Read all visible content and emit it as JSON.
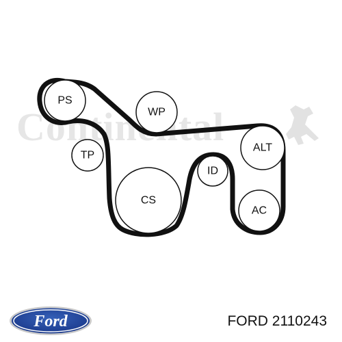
{
  "watermark": {
    "text": "Continental",
    "color": "#e6e6e6",
    "icon": "rearing-horse-icon"
  },
  "diagram": {
    "belt_color": "#111111",
    "pulleys": [
      {
        "id": "ps",
        "label": "PS"
      },
      {
        "id": "wp",
        "label": "WP"
      },
      {
        "id": "tp",
        "label": "TP"
      },
      {
        "id": "cs",
        "label": "CS"
      },
      {
        "id": "id",
        "label": "ID"
      },
      {
        "id": "alt",
        "label": "ALT"
      },
      {
        "id": "ac",
        "label": "AC"
      }
    ]
  },
  "brand": {
    "logo_text": "Ford",
    "logo_color": "#1b3a8c",
    "icon": "ford-oval-logo-icon"
  },
  "part": {
    "caption": "FORD 2110243"
  }
}
